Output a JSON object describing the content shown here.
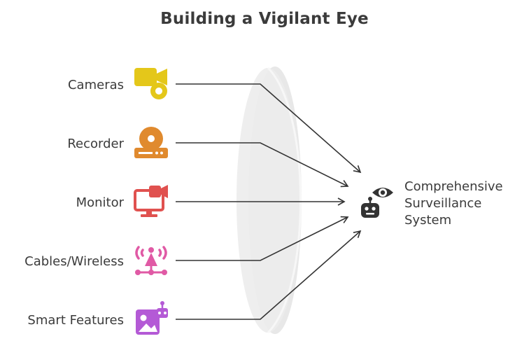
{
  "title": "Building a Vigilant Eye",
  "inputs": [
    {
      "label": "Cameras",
      "icon": "video-camera-icon",
      "color": "#e4c71a"
    },
    {
      "label": "Recorder",
      "icon": "recorder-disc-icon",
      "color": "#e08a2e"
    },
    {
      "label": "Monitor",
      "icon": "monitor-camera-icon",
      "color": "#e0514f"
    },
    {
      "label": "Cables/Wireless",
      "icon": "antenna-signal-icon",
      "color": "#e05aa5"
    },
    {
      "label": "Smart Features",
      "icon": "smart-image-bot-icon",
      "color": "#b45ad6"
    }
  ],
  "output": {
    "lines": [
      "Comprehensive",
      "Surveillance",
      "System"
    ],
    "icons": [
      "eye-icon",
      "robot-icon"
    ],
    "color": "#333333"
  },
  "lens_color": "#e6e6e6"
}
